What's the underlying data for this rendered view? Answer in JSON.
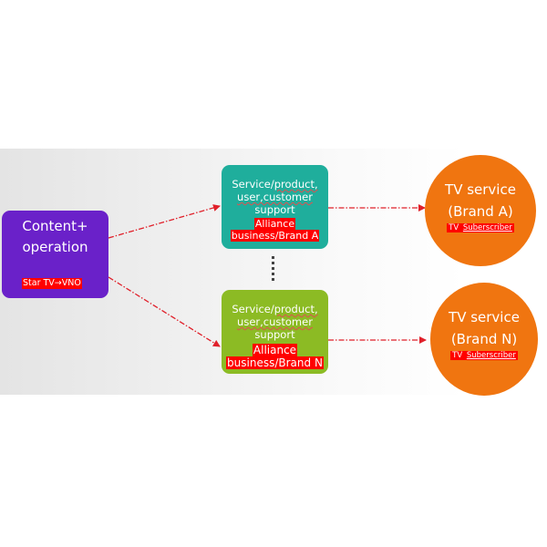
{
  "diagram": {
    "colors": {
      "content_box": "#6a21c9",
      "service_box_a": "#1fae9c",
      "service_box_n": "#8cbb24",
      "tv_circle": "#f07510",
      "highlight": "#ff0000",
      "arrow": "#e0202a"
    },
    "source": {
      "title_line1": "Content+",
      "title_line2": "operation",
      "tag": "Star TV→VNO"
    },
    "services": [
      {
        "line1_prefix": "Service/",
        "line1_underlined": "product,",
        "line2": "user,customer",
        "line3": "support",
        "tag_line1": "Alliance",
        "tag_line2": "business/Brand A"
      },
      {
        "line1_prefix": "Service/",
        "line1_underlined": "product,",
        "line2": "user,customer",
        "line3": "support",
        "tag_line1": "Alliance",
        "tag_line2": "business/Brand N"
      }
    ],
    "tv_services": [
      {
        "title_line1": "TV service",
        "title_line2": "(Brand A)",
        "tag_prefix": "TV ",
        "tag_underlined": "Suberscriber"
      },
      {
        "title_line1": "TV service",
        "title_line2": "(Brand N)",
        "tag_prefix": "TV ",
        "tag_underlined": "Suberscriber"
      }
    ],
    "edges": [
      {
        "from": "source",
        "to": "service-a",
        "style": "dash-dot"
      },
      {
        "from": "source",
        "to": "service-n",
        "style": "dash-dot"
      },
      {
        "from": "service-a",
        "to": "tv-service-a",
        "style": "dash-dot"
      },
      {
        "from": "service-n",
        "to": "tv-service-n",
        "style": "dash-dot"
      },
      {
        "from": "service-a",
        "to": "service-n",
        "style": "dotted-ellipsis"
      }
    ]
  }
}
